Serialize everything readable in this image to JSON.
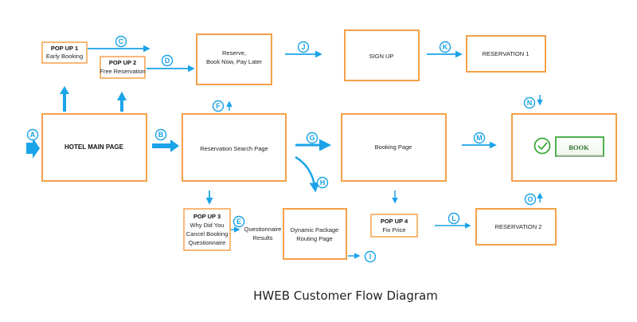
{
  "caption": "HWEB Customer Flow Diagram",
  "colors": {
    "box_border": "#f5a04a",
    "arrow": "#1aa3e8",
    "book_green": "#3ea83a"
  },
  "boxes": {
    "popup1": {
      "title": "POP UP 1",
      "line2": "Early Booking"
    },
    "popup2": {
      "title": "POP UP 2",
      "line2": "Free Reservation"
    },
    "reserve": {
      "line1": "Reserve,",
      "line2": "Book Now, Pay Later"
    },
    "signup": {
      "label": "SIGN UP"
    },
    "reservation1": {
      "label": "RESERVATION 1"
    },
    "hotel_main": {
      "label": "HOTEL MAIN PAGE"
    },
    "search": {
      "label": "Reservation Search Page"
    },
    "booking": {
      "label": "Booking Page"
    },
    "book": {
      "button": "BOOK",
      "icon": "check-circle-icon"
    },
    "popup3": {
      "title": "POP UP 3",
      "line2": "Why Did You",
      "line3": "Cancel Booking",
      "line4": "Questionnaire"
    },
    "questionnaire_results": {
      "line1": "Questionnaire",
      "line2": "Results"
    },
    "dynamic": {
      "line1": "Dynamic Package",
      "line2": "Routing Page"
    },
    "popup4": {
      "title": "POP UP 4",
      "line2": "Fix Price"
    },
    "reservation2": {
      "label": "RESERVATION 2"
    }
  },
  "badges": {
    "a": "A",
    "b": "B",
    "c": "C",
    "d": "D",
    "e": "E",
    "f": "F",
    "g": "G",
    "h": "H",
    "i": "I",
    "j": "J",
    "k": "K",
    "l": "L",
    "m": "M",
    "n": "N",
    "o": "O"
  }
}
